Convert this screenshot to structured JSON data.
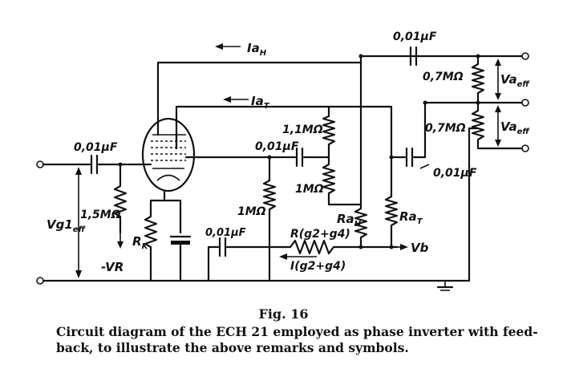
{
  "labels": {
    "ia_h": "Ia",
    "ia_h_sub": "H",
    "ia_t": "Ia",
    "ia_t_sub": "T",
    "cap_top_right": "0,01μF",
    "cap_input": "0,01μF",
    "cap_mid": "0,01μF",
    "cap_right": "0,01μF",
    "cap_bottom": "0,01μF",
    "r_0_7_top": "0,7MΩ",
    "r_0_7_bottom": "0,7MΩ",
    "r_1_1": "1,1MΩ",
    "r_1": "1MΩ",
    "r_1_left": "1MΩ",
    "r_1_5": "1,5MΩ",
    "rk": "R",
    "rk_sub": "K",
    "minus_vr": "-VR",
    "vg1": "Vg1",
    "vg1_sub": "eff",
    "va_top": "Va",
    "va_top_sub": "eff",
    "va_bottom": "Va",
    "va_bottom_sub": "eff",
    "ra_h": "Ra",
    "ra_h_sub": "H",
    "ra_t": "Ra",
    "ra_t_sub": "T",
    "vb": "Vb",
    "r_g2g4": "R(g2+g4)",
    "i_g2g4": "I(g2+g4)"
  },
  "caption": {
    "figure_number": "Fig. 16",
    "text": "Circuit diagram of the ECH 21 employed as phase inverter with feed-back, to illustrate the above remarks and symbols."
  }
}
